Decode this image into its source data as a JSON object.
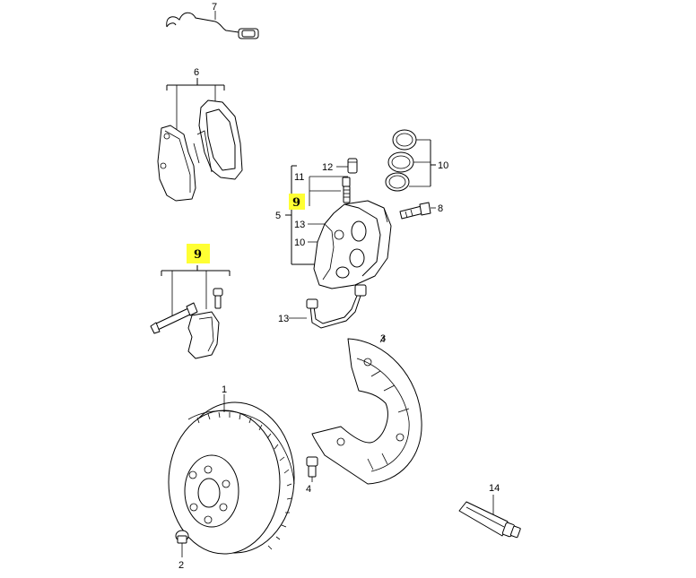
{
  "labels": {
    "p1": "1",
    "p2": "2",
    "p3": "3",
    "p4": "4",
    "p5": "5",
    "p6": "6",
    "p7": "7",
    "p8": "8",
    "p9a": "9",
    "p9b": "9",
    "p10a": "10",
    "p10b": "10",
    "p11": "11",
    "p12": "12",
    "p13a": "13",
    "p13b": "13",
    "p14": "14"
  },
  "highlight_color": "#ffff33"
}
